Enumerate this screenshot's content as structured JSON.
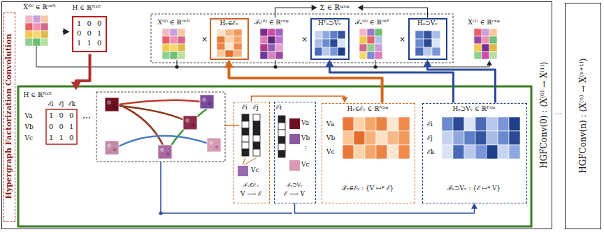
{
  "diagram": {
    "nodes": [
      {
        "text": [
          "HGFConv(0) : ⟨X⁽⁰⁾ → X⁽¹⁾⟩"
        ]
      },
      {
        "text": [
          "Hypergraph Factorization Convolution"
        ],
        "in": 0
      },
      {
        "text": [
          "X⁽⁰⁾ ∈ ℝᶜˣᴺ"
        ],
        "in": 0
      },
      {
        "text": [
          "H ∈ ℝᴺˣᴱ",
          "1 0 0",
          "0 0 1",
          "1 1 0"
        ],
        "in": 0
      },
      {
        "text": [
          "Σ ∈ ℝᵠˣᵠ"
        ],
        "in": 0
      },
      {
        "text": [
          "X⁽⁰⁾ ∈ ℝᶜˣᴺ"
        ],
        "in": 0
      },
      {
        "text": [
          "Hᵥ∈ℰᵥ"
        ],
        "in": 0
      },
      {
        "text": [
          "ℱᵥ⁽⁰⁾ ∈ ℝᶜˣᵠ"
        ],
        "in": 0
      },
      {
        "text": [
          "Hᵀₑ⊃Vᵥ"
        ],
        "in": 0
      },
      {
        "text": [
          "ℱₑ⁽⁰⁾ ∈ ℝᶜˣᴱ"
        ],
        "in": 0
      },
      {
        "text": [
          "Hₑ⊃Vᵥ"
        ],
        "in": 0
      },
      {
        "text": [
          "X⁽¹⁾ ∈ ℝᶜˣᵠ"
        ],
        "in": 0
      },
      {
        "text": [
          "H ∈ ℝᴺˣᴱ",
          "ℰi",
          "ℰj",
          "ℰk",
          "Va",
          "1 0 0",
          "Vb",
          "0 0 1",
          "Vc",
          "1 1 0"
        ],
        "in": 0
      },
      {
        "text": [
          "ℰi",
          "ℰj",
          "Vc",
          "ℱᵥ∈ℰᵥ",
          "V ⟶ ℰ"
        ],
        "in": 0
      },
      {
        "text": [
          "ℰi",
          "Va",
          "Vb",
          "⋮",
          "Vc",
          "ℱₑ⊃Vᵥ",
          "ℰ ⟶ V"
        ],
        "in": 0
      },
      {
        "text": [
          "Hᵥ∈ℰᵥ ∈ ℝᴺˣᵠ",
          "Va",
          "Vb",
          "Vc",
          "ℱᵥ∈ℰᵥ : {V ↦ᵠ ℰ}"
        ],
        "in": 0
      },
      {
        "text": [
          "Hₑ⊃Vᵥ ∈ ℝᴱˣᵠ",
          "ℰi",
          "ℰj",
          "ℰk",
          "ℱₑ⊃Vᵥ : {ℰ ↦ᵠ V}"
        ],
        "in": 0
      },
      {
        "text": [
          "HGFConv(n) : ⟨X⁽ⁿ⁾ → X⁽ⁿ⁺¹⁾⟩"
        ]
      }
    ],
    "edges": [
      {
        "from": 2,
        "to": 3,
        "arrow": "to"
      },
      {
        "from": 3,
        "to": 12,
        "arrow": "to"
      },
      {
        "from": 7,
        "to": 4,
        "arrow": "to"
      },
      {
        "from": 10,
        "to": 4,
        "arrow": "to"
      },
      {
        "from": 15,
        "to": 6,
        "arrow": "to"
      },
      {
        "from": 16,
        "to": 8,
        "arrow": "to"
      },
      {
        "from": 16,
        "to": 10,
        "arrow": "to"
      },
      {
        "from": 13,
        "to": 15,
        "arrow": "to"
      },
      {
        "from": 14,
        "to": 16,
        "arrow": "to"
      }
    ],
    "labels": [
      "×",
      "×",
      "×",
      "⋯",
      "⋯"
    ]
  }
}
